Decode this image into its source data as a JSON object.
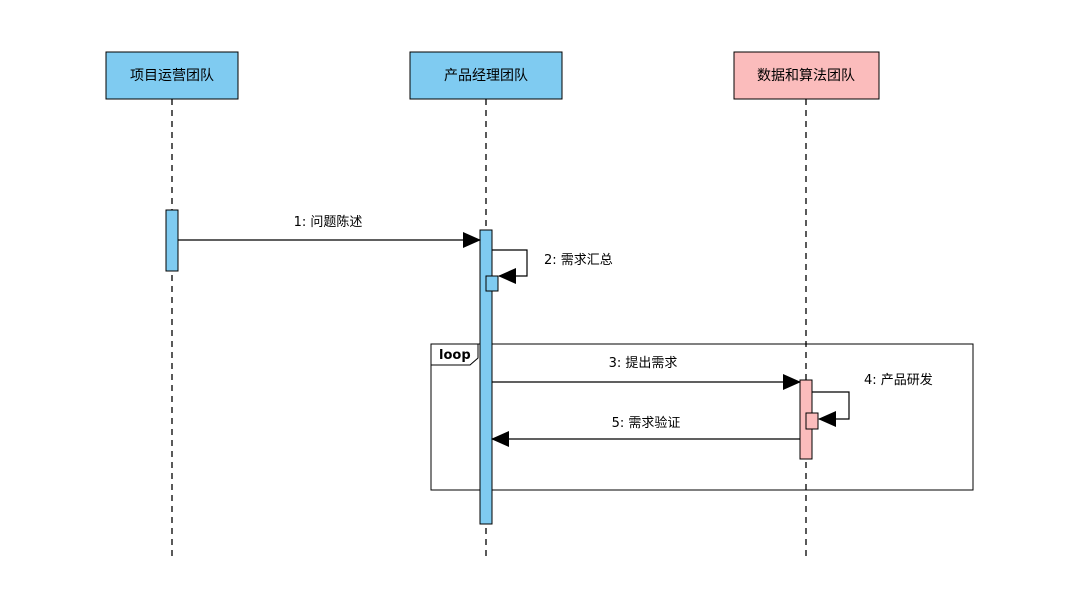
{
  "actors": [
    {
      "id": "ops",
      "label": "项目运营团队",
      "fill": "#7fcbf1"
    },
    {
      "id": "pm",
      "label": "产品经理团队",
      "fill": "#7fcbf1"
    },
    {
      "id": "data",
      "label": "数据和算法团队",
      "fill": "#fbbcbc"
    }
  ],
  "messages": [
    {
      "label": "1: 问题陈述",
      "from": "ops",
      "to": "pm"
    },
    {
      "label": "2: 需求汇总",
      "from": "pm",
      "to": "pm",
      "type": "self"
    },
    {
      "label": "3: 提出需求",
      "from": "pm",
      "to": "data"
    },
    {
      "label": "4: 产品研发",
      "from": "data",
      "to": "data",
      "type": "self"
    },
    {
      "label": "5: 需求验证",
      "from": "data",
      "to": "pm"
    }
  ],
  "frames": [
    {
      "operator": "loop",
      "covers": [
        "3",
        "4",
        "5"
      ]
    }
  ],
  "colors": {
    "activation_blue": "#7fcbf1",
    "activation_pink": "#fbbcbc",
    "line": "#000000"
  }
}
